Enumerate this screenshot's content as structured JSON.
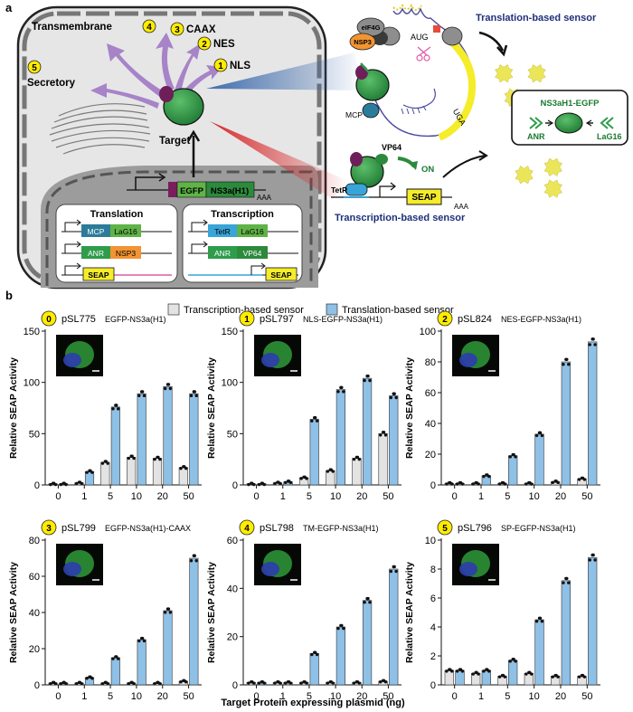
{
  "panel_a": {
    "panel_label": "a",
    "localizations": [
      {
        "num": "4",
        "label": "Transmembrane"
      },
      {
        "num": "3",
        "label": "CAAX"
      },
      {
        "num": "2",
        "label": "NES"
      },
      {
        "num": "1",
        "label": "NLS"
      },
      {
        "num": "5",
        "label": "Secretory"
      }
    ],
    "target_label": "Target",
    "construct": {
      "egfp": "EGFP",
      "nanobody": "NS3a(H1)",
      "polya": "AAA"
    },
    "translation_box": {
      "title": "Translation",
      "rows": [
        [
          "MCP",
          "LaG16"
        ],
        [
          "ANR",
          "NSP3"
        ]
      ],
      "reporter": "SEAP"
    },
    "transcription_box": {
      "title": "Transcription",
      "rows": [
        [
          "TetR",
          "LaG16"
        ],
        [
          "ANR",
          "VP64"
        ]
      ],
      "reporter": "SEAP"
    },
    "translation_sensor": {
      "title": "Translation-based sensor",
      "eif4g": "eIF4G",
      "nsp3": "NSP3",
      "aug": "AUG",
      "uga": "UGA",
      "mcp": "MCP"
    },
    "transcription_sensor": {
      "title": "Transcription-based sensor",
      "vp64": "VP64",
      "on": "ON",
      "tetr": "TetR",
      "seap": "SEAP",
      "polya": "AAA"
    },
    "legend_box": {
      "title": "NS3aH1-EGFP",
      "left": "ANR",
      "right": "LaG16"
    }
  },
  "panel_b": {
    "panel_label": "b",
    "legend": [
      "Transcription-based sensor",
      "Translation-based sensor"
    ],
    "colors": {
      "transcription": "#e3e3e3",
      "translation": "#8fc0e6",
      "badge": "#ffec00"
    },
    "xlabel": "Target Protein expressing plasmid (ng)",
    "ylabel": "Relative SEAP Activity"
  },
  "chart_data": [
    {
      "type": "bar",
      "badge": "0",
      "plasmid": "pSL775",
      "construct": "EGFP-NS3a(H1)",
      "categories": [
        "0",
        "1",
        "5",
        "10",
        "20",
        "50"
      ],
      "ylim": [
        0,
        150
      ],
      "yticks": [
        0,
        50,
        100,
        150
      ],
      "series": [
        {
          "name": "Transcription-based sensor",
          "values": [
            1,
            2,
            22,
            27,
            26,
            17
          ]
        },
        {
          "name": "Translation-based sensor",
          "values": [
            1,
            13,
            76,
            89,
            96,
            89
          ]
        }
      ]
    },
    {
      "type": "bar",
      "badge": "1",
      "plasmid": "pSL797",
      "construct": "NLS-EGFP-NS3a(H1)",
      "categories": [
        "0",
        "1",
        "5",
        "10",
        "20",
        "50"
      ],
      "ylim": [
        0,
        150
      ],
      "yticks": [
        0,
        50,
        100,
        150
      ],
      "series": [
        {
          "name": "Transcription-based sensor",
          "values": [
            1,
            2,
            7,
            14,
            26,
            50
          ]
        },
        {
          "name": "Translation-based sensor",
          "values": [
            1,
            3,
            64,
            93,
            104,
            87
          ]
        }
      ]
    },
    {
      "type": "bar",
      "badge": "2",
      "plasmid": "pSL824",
      "construct": "NES-EGFP-NS3a(H1)",
      "categories": [
        "0",
        "1",
        "5",
        "10",
        "20",
        "50"
      ],
      "ylim": [
        0,
        100
      ],
      "yticks": [
        0,
        20,
        40,
        60,
        80,
        100
      ],
      "series": [
        {
          "name": "Transcription-based sensor",
          "values": [
            1,
            1,
            1,
            1,
            2,
            4
          ]
        },
        {
          "name": "Translation-based sensor",
          "values": [
            1,
            6,
            19,
            33,
            80,
            93
          ]
        }
      ]
    },
    {
      "type": "bar",
      "badge": "3",
      "plasmid": "pSL799",
      "construct": "EGFP-NS3a(H1)-CAAX",
      "categories": [
        "0",
        "1",
        "5",
        "10",
        "20",
        "50"
      ],
      "ylim": [
        0,
        80
      ],
      "yticks": [
        0,
        20,
        40,
        60,
        80
      ],
      "series": [
        {
          "name": "Transcription-based sensor",
          "values": [
            1,
            1,
            1,
            1,
            1,
            2
          ]
        },
        {
          "name": "Translation-based sensor",
          "values": [
            1,
            4,
            15,
            25,
            41,
            70
          ]
        }
      ]
    },
    {
      "type": "bar",
      "badge": "4",
      "plasmid": "pSL798",
      "construct": "TM-EGFP-NS3a(H1)",
      "categories": [
        "0",
        "1",
        "5",
        "10",
        "20",
        "50"
      ],
      "ylim": [
        0,
        60
      ],
      "yticks": [
        0,
        20,
        40,
        60
      ],
      "series": [
        {
          "name": "Transcription-based sensor",
          "values": [
            1,
            1,
            1,
            1,
            1,
            1.5
          ]
        },
        {
          "name": "Translation-based sensor",
          "values": [
            1,
            1,
            13,
            24,
            35,
            48
          ]
        }
      ]
    },
    {
      "type": "bar",
      "badge": "5",
      "plasmid": "pSL796",
      "construct": "SP-EGFP-NS3a(H1)",
      "categories": [
        "0",
        "1",
        "5",
        "10",
        "20",
        "50"
      ],
      "ylim": [
        0,
        10
      ],
      "yticks": [
        0,
        2,
        4,
        6,
        8,
        10
      ],
      "series": [
        {
          "name": "Transcription-based sensor",
          "values": [
            1,
            0.8,
            0.6,
            0.8,
            0.6,
            0.6
          ]
        },
        {
          "name": "Translation-based sensor",
          "values": [
            1,
            1,
            1.7,
            4.5,
            7.2,
            8.8
          ]
        }
      ]
    }
  ]
}
